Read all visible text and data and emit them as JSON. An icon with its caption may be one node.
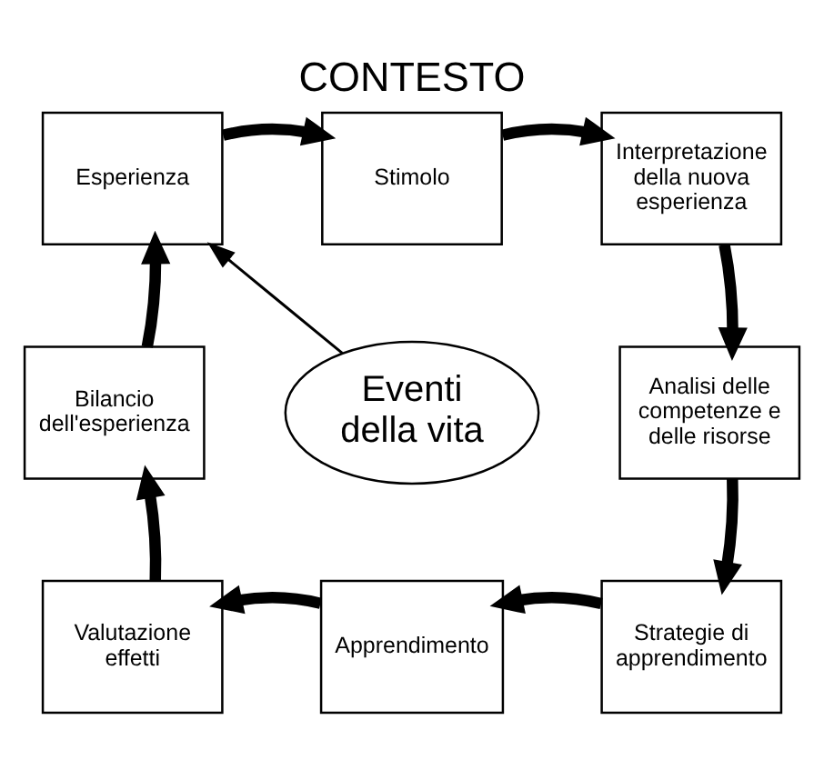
{
  "diagram": {
    "title": "CONTESTO",
    "nodes": [
      {
        "text": [
          "Esperienza"
        ]
      },
      {
        "text": [
          "Stimolo"
        ]
      },
      {
        "text": [
          "Interpretazione della nuova esperienza"
        ]
      },
      {
        "text": [
          "Analisi delle competenze e delle risorse"
        ]
      },
      {
        "text": [
          "Strategie di apprendimento"
        ]
      },
      {
        "text": [
          "Apprendimento"
        ]
      },
      {
        "text": [
          "Valutazione effetti"
        ]
      },
      {
        "text": [
          "Bilancio dell'esperienza"
        ]
      },
      {
        "text": [
          "Eventi della vita"
        ]
      }
    ],
    "edges": [
      {
        "from": 0,
        "to": 1,
        "arrow": "to"
      },
      {
        "from": 1,
        "to": 2,
        "arrow": "to"
      },
      {
        "from": 2,
        "to": 3,
        "arrow": "to"
      },
      {
        "from": 3,
        "to": 4,
        "arrow": "to"
      },
      {
        "from": 4,
        "to": 5,
        "arrow": "to"
      },
      {
        "from": 5,
        "to": 6,
        "arrow": "to"
      },
      {
        "from": 6,
        "to": 7,
        "arrow": "to"
      },
      {
        "from": 7,
        "to": 0,
        "arrow": "to"
      },
      {
        "from": 8,
        "to": 0,
        "arrow": "to"
      }
    ]
  }
}
